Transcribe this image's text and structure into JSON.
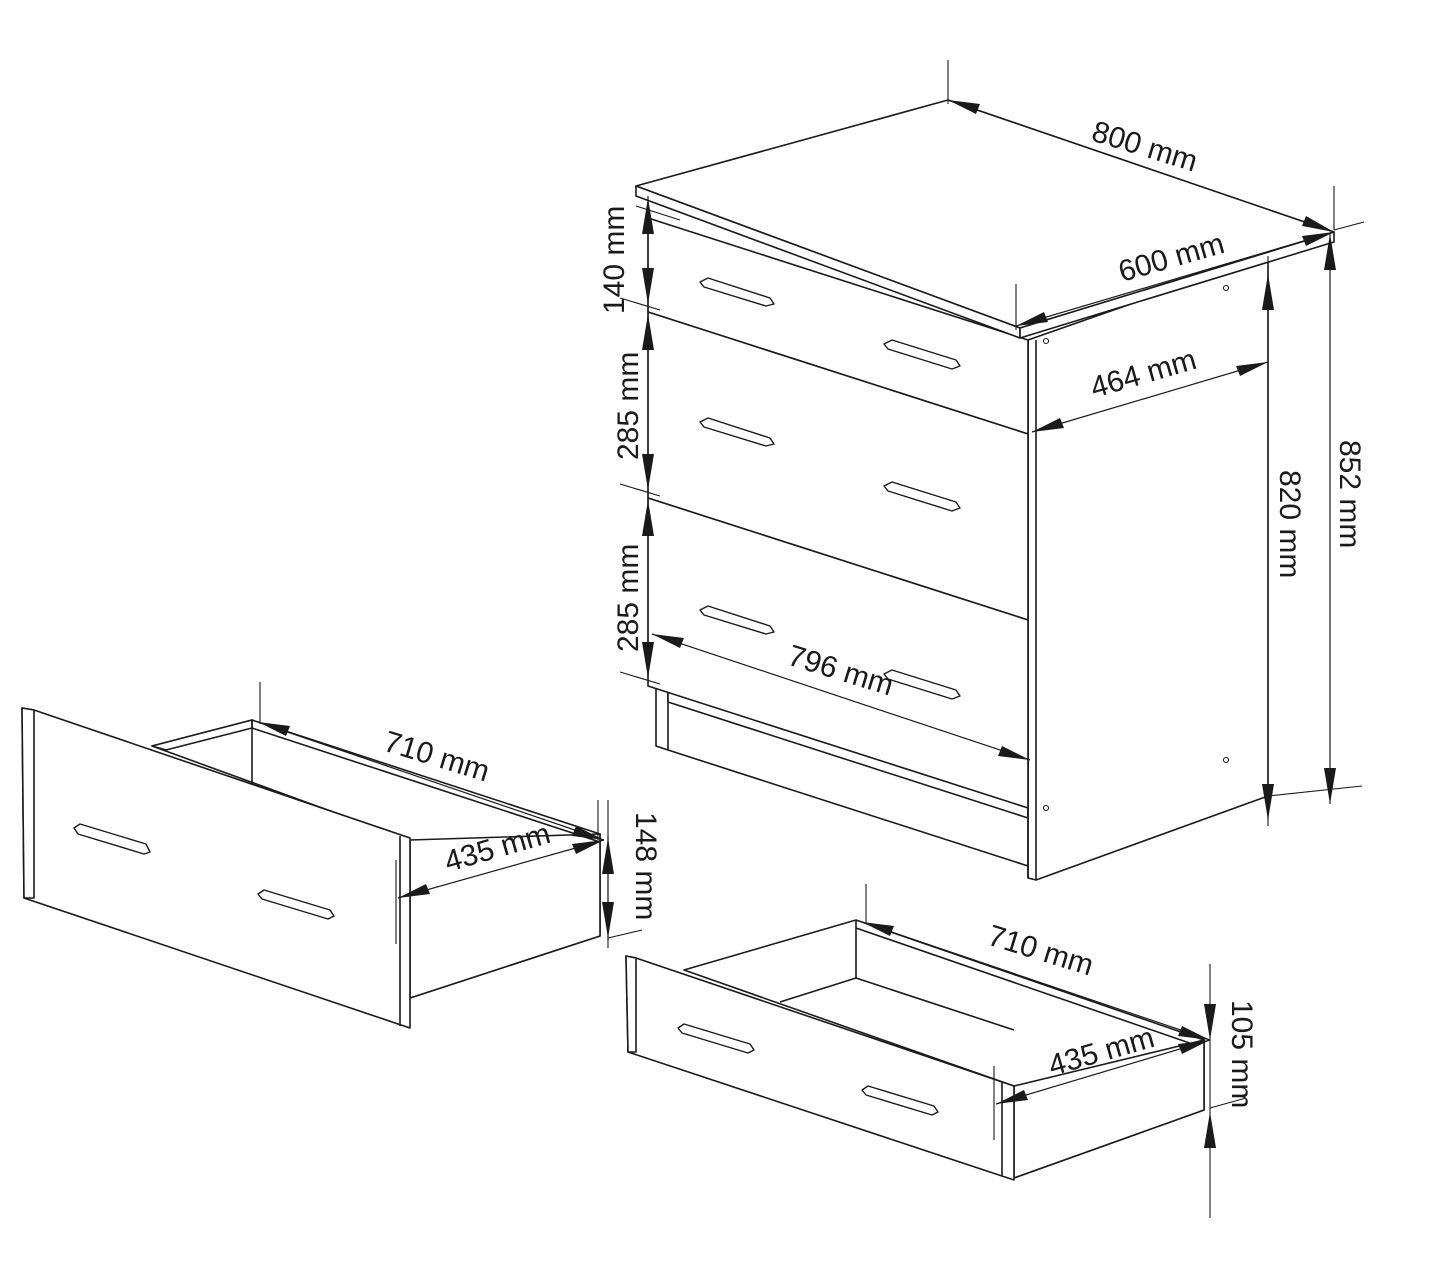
{
  "colors": {
    "line": "#1a1a1a",
    "background": "#ffffff"
  },
  "dimensions": {
    "cabinet_width": "800 mm",
    "cabinet_depth": "600 mm",
    "cabinet_height_total": "852 mm",
    "cabinet_body_height": "820 mm",
    "side_depth": "464 mm",
    "top_drawer_height": "140 mm",
    "middle_drawer_height": "285 mm",
    "bottom_drawer_height": "285 mm",
    "front_width": "796 mm",
    "large_drawer_length": "710 mm",
    "large_drawer_depth": "435 mm",
    "large_drawer_height": "148 mm",
    "small_drawer_length": "710 mm",
    "small_drawer_depth": "435 mm",
    "small_drawer_height": "105 mm"
  }
}
